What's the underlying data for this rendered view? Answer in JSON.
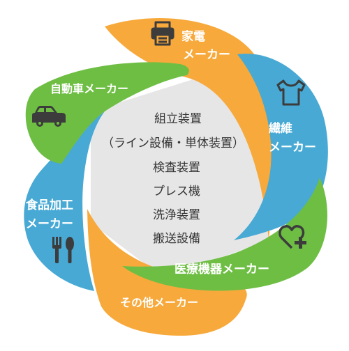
{
  "colors": {
    "orange": "#F7A93B",
    "blue": "#47A9D4",
    "green": "#6EBE44",
    "center": "#E6E6E6",
    "icon": "#3C3C3C",
    "label_text": "#FFFFFF",
    "center_text": "#333333"
  },
  "center": {
    "lines": [
      "組立装置",
      "（ライン設備・単体装置）",
      "検査装置",
      "プレス機",
      "洗浄装置",
      "搬送設備"
    ]
  },
  "segments": [
    {
      "id": "home-appliance",
      "color": "orange",
      "icon": "printer-icon",
      "label_lines": [
        "家電",
        "メーカー"
      ]
    },
    {
      "id": "textile",
      "color": "blue",
      "icon": "tshirt-icon",
      "label_lines": [
        "繊維",
        "メーカー"
      ]
    },
    {
      "id": "medical",
      "color": "green",
      "icon": "heart-plus-icon",
      "label_lines": [
        "医療機器メーカー"
      ]
    },
    {
      "id": "other",
      "color": "orange",
      "icon": "",
      "label_lines": [
        "その他メーカー"
      ]
    },
    {
      "id": "food",
      "color": "blue",
      "icon": "cutlery-icon",
      "label_lines": [
        "食品加工",
        "メーカー"
      ]
    },
    {
      "id": "automotive",
      "color": "green",
      "icon": "car-icon",
      "label_lines": [
        "自動車メーカー"
      ]
    }
  ]
}
